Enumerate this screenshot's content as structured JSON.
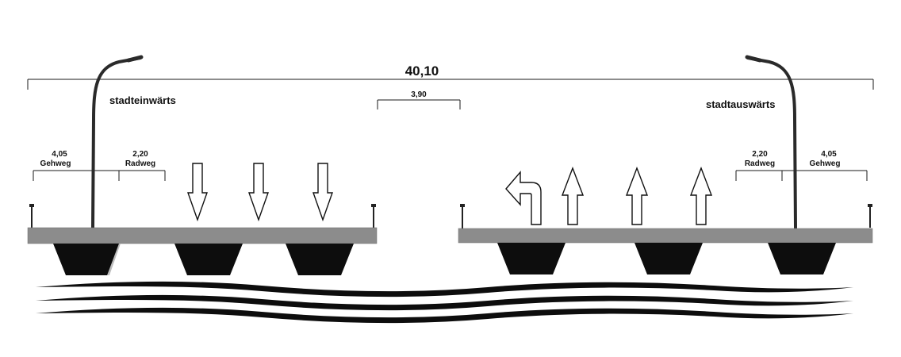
{
  "total_width_label": "40,10",
  "median_label": "3,90",
  "left": {
    "direction_label": "stadteinwärts",
    "sidewalk": {
      "width": "4,05",
      "name": "Gehweg"
    },
    "bikelane": {
      "width": "2,20",
      "name": "Radweg"
    },
    "lane_arrows": [
      "down",
      "down",
      "down"
    ]
  },
  "right": {
    "direction_label": "stadtauswärts",
    "sidewalk": {
      "width": "4,05",
      "name": "Gehweg"
    },
    "bikelane": {
      "width": "2,20",
      "name": "Radweg"
    },
    "lane_arrows": [
      "turn-left",
      "up",
      "up",
      "up"
    ]
  },
  "colors": {
    "deck": "#8c8c8c",
    "girder": "#0d0d0d",
    "water": "#0d0d0d",
    "dimension_line": "#1a1a1a"
  },
  "icons": {
    "lamp": "street-lamp-icon",
    "post": "railing-post-icon",
    "arrow_down": "arrow-down-icon",
    "arrow_up": "arrow-up-icon",
    "arrow_turn_left": "arrow-turn-left-icon"
  }
}
